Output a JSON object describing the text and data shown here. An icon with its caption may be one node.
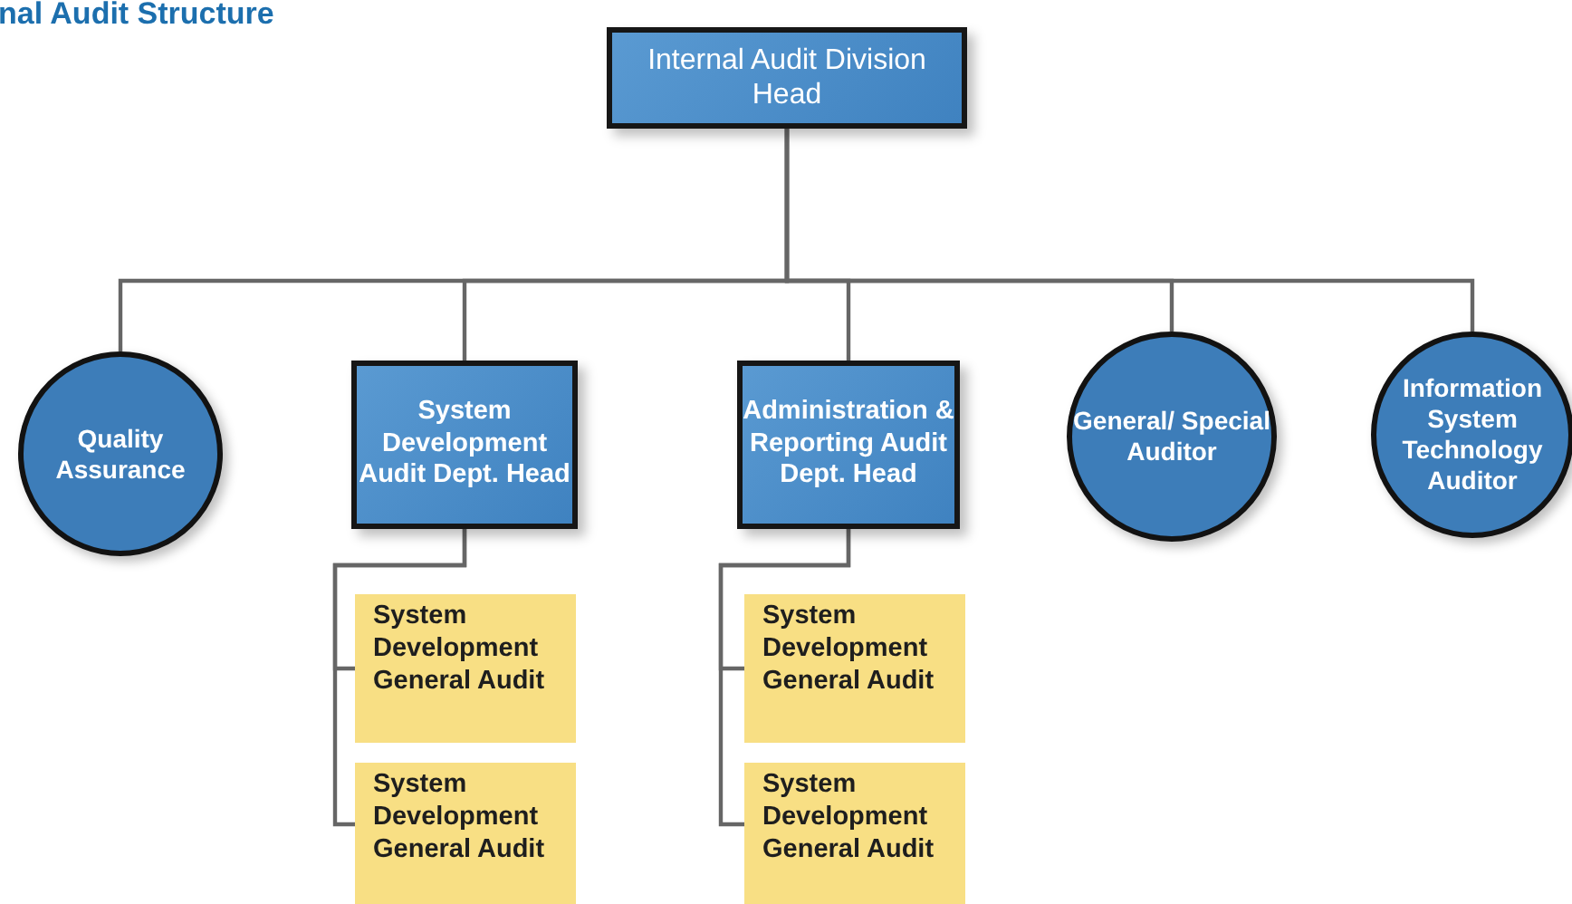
{
  "diagram": {
    "title": "nal Audit Structure",
    "nodes": [
      {
        "text": [
          "Internal Audit Division Head"
        ]
      },
      {
        "text": [
          "Quality Assurance"
        ]
      },
      {
        "text": [
          "System Development Audit Dept. Head"
        ]
      },
      {
        "text": [
          "Administration & Reporting Audit Dept. Head"
        ]
      },
      {
        "text": [
          "General/ Special Auditor"
        ]
      },
      {
        "text": [
          "Information System Technology Auditor"
        ]
      },
      {
        "text": [
          "System Development General Audit"
        ]
      },
      {
        "text": [
          "System Development General Audit"
        ]
      },
      {
        "text": [
          "System Development General Audit"
        ]
      },
      {
        "text": [
          "System Development General Audit"
        ]
      }
    ],
    "edges": [
      {
        "from": 0,
        "to": 1,
        "arrow": "none"
      },
      {
        "from": 0,
        "to": 2,
        "arrow": "none"
      },
      {
        "from": 0,
        "to": 3,
        "arrow": "none"
      },
      {
        "from": 0,
        "to": 4,
        "arrow": "none"
      },
      {
        "from": 0,
        "to": 5,
        "arrow": "none"
      },
      {
        "from": 2,
        "to": 6,
        "arrow": "none"
      },
      {
        "from": 2,
        "to": 7,
        "arrow": "none"
      },
      {
        "from": 3,
        "to": 8,
        "arrow": "none"
      },
      {
        "from": 3,
        "to": 9,
        "arrow": "none"
      }
    ]
  }
}
